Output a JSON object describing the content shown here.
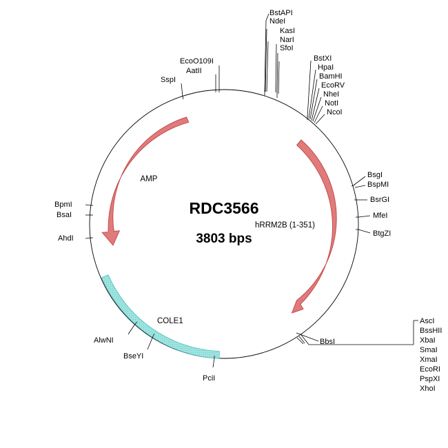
{
  "plasmid": {
    "name": "RDC3566",
    "size_label": "3803 bps"
  },
  "features": {
    "amp": {
      "label": "AMP",
      "color": "#e07b7b"
    },
    "hrrm2b": {
      "label": "hRRM2B (1-351)",
      "color": "#e07b7b"
    },
    "cole1": {
      "label": "COLE1",
      "color": "#7fd6d3"
    }
  },
  "sites": {
    "top_cluster_1": [
      "BstAPI",
      "NdeI"
    ],
    "top_cluster_2": [
      "KasI",
      "NarI",
      "SfoI"
    ],
    "top_cluster_3": [
      "BstXI",
      "HpaI",
      "BamHI",
      "EcoRV",
      "NheI",
      "NotI",
      "NcoI"
    ],
    "ecoo109i": "EcoO109I",
    "aatii": "AatII",
    "sspi": "SspI",
    "bsgi": "BsgI",
    "bspmi": "BspMI",
    "bsrgi": "BsrGI",
    "mfei": "MfeI",
    "btgzi": "BtgZI",
    "bpmi": "BpmI",
    "bsai": "BsaI",
    "ahdi": "AhdI",
    "alwni": "AlwNI",
    "bseyi": "BseYI",
    "pcii": "PciI",
    "bbsi": "BbsI",
    "mcs_list": [
      "AscI",
      "BssHII",
      "XbaI",
      "SmaI",
      "XmaI",
      "EcoRI",
      "PspXI",
      "XhoI"
    ]
  }
}
